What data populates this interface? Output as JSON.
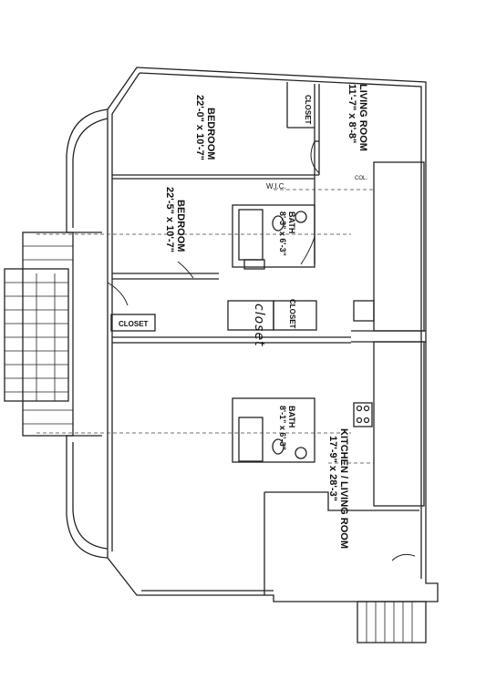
{
  "rooms": {
    "living_room": {
      "name": "LIVING ROOM",
      "dims": "11'-7\" x 8'-8\""
    },
    "bedroom_1": {
      "name": "BEDROOM",
      "dims": "22'-0\" x 10'-7\""
    },
    "bedroom_2": {
      "name": "BEDROOM",
      "dims": "22'-5\" x 10'-7\""
    },
    "bath_1": {
      "name": "BATH",
      "dims": "8'-3\" x 6'-3\""
    },
    "bath_2": {
      "name": "BATH",
      "dims": "8'-1\" x 6'-3\""
    },
    "kitchen": {
      "name": "KITCHEN / LIVING ROOM",
      "dims": "17'-9\" x 28'-3\""
    }
  },
  "closets": {
    "closet_top": "CLOSET",
    "closet_left": "CLOSET",
    "closet_mid": "CLOSET",
    "wic": "W.I.C.",
    "handwritten": "closet"
  },
  "annotations": {
    "col": "COL."
  }
}
